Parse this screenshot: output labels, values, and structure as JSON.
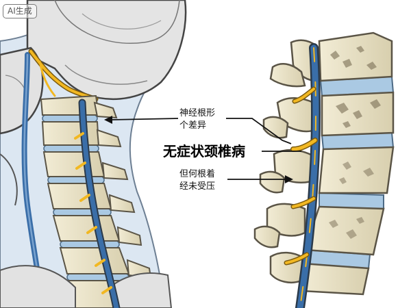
{
  "badge": "AI生成",
  "labels": {
    "top_line1": "神经根形",
    "top_line2": "个差异",
    "center_title": "无症状颈椎病",
    "bottom_line1": "但何根着",
    "bottom_line2": "经未受压"
  },
  "colors": {
    "bone": "#e8e1c6",
    "bone_outline": "#5a5446",
    "disc": "#aac9e3",
    "nerve_root": "#f2b822",
    "spinal_cord": "#3a6ea8",
    "neck_tissue": "#dce7f2",
    "skull": "#e4e4e4"
  }
}
